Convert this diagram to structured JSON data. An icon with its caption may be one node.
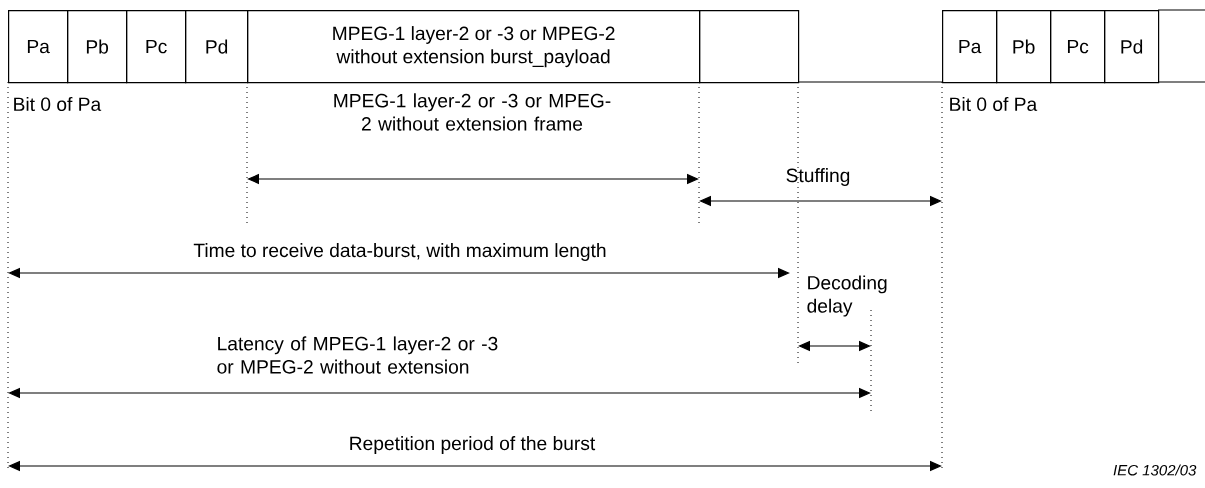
{
  "diagram": {
    "nodes": [
      {
        "text": [
          "Pa"
        ]
      },
      {
        "text": [
          "Pb"
        ]
      },
      {
        "text": [
          "Pc"
        ]
      },
      {
        "text": [
          "Pd"
        ]
      },
      {
        "text": [
          "MPEG-1 layer-2 or -3 or MPEG-2 without extension burst_payload"
        ]
      },
      {
        "text": [],
        "shape": "box"
      },
      {
        "text": [
          "Pa"
        ]
      },
      {
        "text": [
          "Pb"
        ]
      },
      {
        "text": [
          "Pc"
        ]
      },
      {
        "text": [
          "Pd"
        ]
      },
      {
        "text": [],
        "shape": "box"
      }
    ],
    "labels": [
      "Bit 0 of Pa",
      "Bit 0 of Pa",
      "MPEG-1 layer-2 or -3 or MPEG-2 without extension frame",
      "Stuffing",
      "Time to receive data-burst, with maximum length",
      "Decoding delay",
      "Latency of MPEG-1 layer-2 or -3 or MPEG-2 without extension",
      "Repetition period of the burst",
      "IEC 1302/03"
    ]
  }
}
